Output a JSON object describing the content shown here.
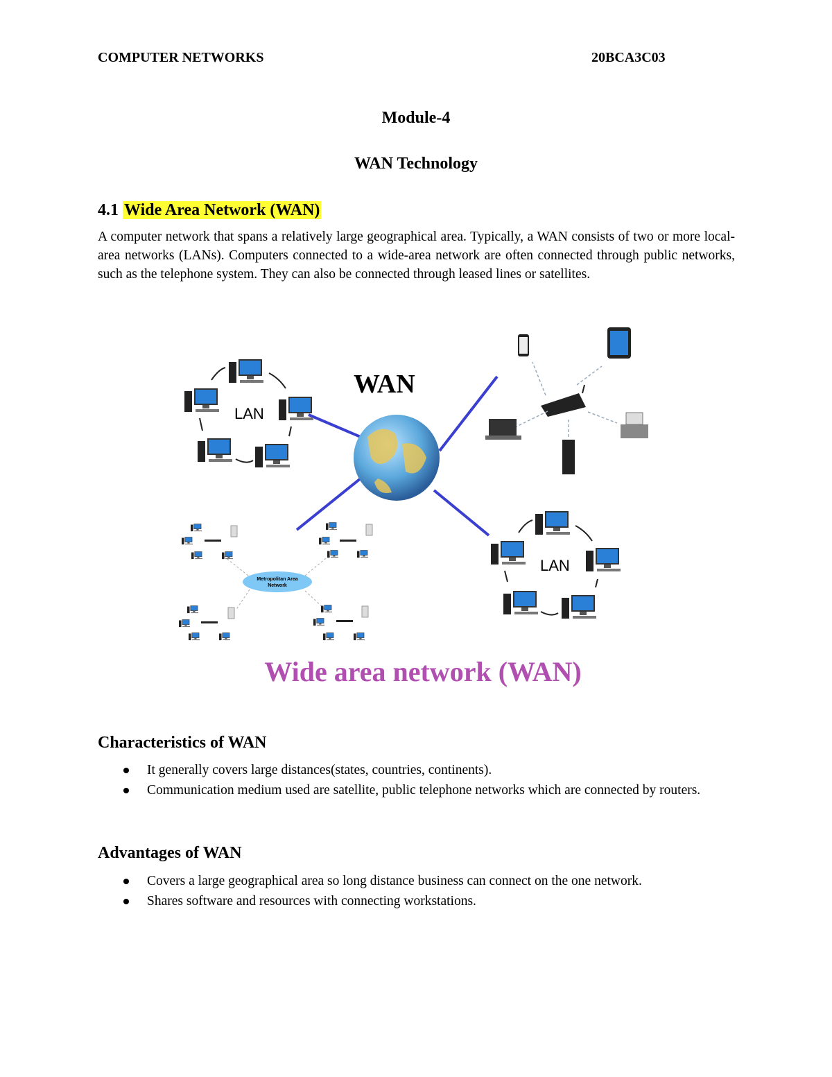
{
  "header": {
    "left": "COMPUTER NETWORKS",
    "right": "20BCA3C03"
  },
  "module": "Module-4",
  "title": "WAN Technology",
  "section": {
    "number": "4.1",
    "title": "Wide Area Network  (WAN)"
  },
  "intro": "A computer network that spans a relatively large geographical area. Typically, a WAN consists of two or more local-area networks (LANs). Computers connected to a wide-area network are often connected through public networks, such as the telephone system. They can also be connected through leased lines or satellites.",
  "figure": {
    "wan_label": "WAN",
    "lan_label_1": "LAN",
    "lan_label_2": "LAN",
    "man_label_1": "Metropolitan Area",
    "man_label_2": "Network",
    "caption": "Wide area network (WAN)",
    "colors": {
      "link": "#3a3fd0",
      "caption": "#b04fb0",
      "man": "#7fc8f5"
    }
  },
  "characteristics": {
    "heading": "Characteristics of WAN",
    "items": [
      "It generally covers large distances(states, countries, continents).",
      "Communication medium used are satellite, public telephone networks which are connected by routers."
    ]
  },
  "advantages": {
    "heading": "Advantages of WAN",
    "items": [
      "Covers a large geographical area so long distance business can connect on the one network.",
      "Shares software and resources with connecting workstations."
    ]
  }
}
